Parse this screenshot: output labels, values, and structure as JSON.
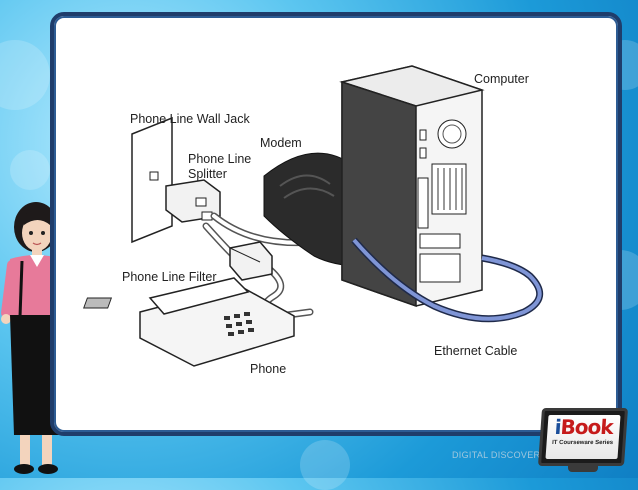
{
  "diagram": {
    "labels": {
      "computer": "Computer",
      "wall_jack": "Phone Line Wall Jack",
      "modem": "Modem",
      "splitter": "Phone Line\nSplitter",
      "filter": "Phone Line Filter",
      "ethernet": "Ethernet Cable",
      "phone": "Phone"
    }
  },
  "footer": {
    "text": "DIGITAL DISCOVERY"
  },
  "logo": {
    "main_i": "i",
    "main_rest": "Book",
    "subtitle": "IT Courseware Series"
  },
  "colors": {
    "panel_border": "#1f3d6b",
    "ethernet_cable": "#5a6fb0",
    "background": "#1c9ad8"
  }
}
